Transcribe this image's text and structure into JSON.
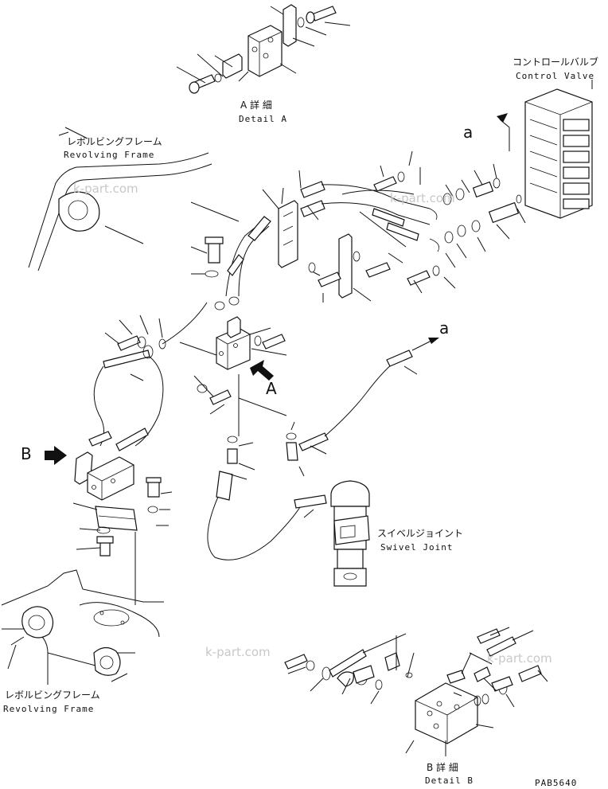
{
  "labels": {
    "detail_a_jp": "A 詳 細",
    "detail_a_en": "Detail A",
    "control_valve_jp": "コントロールバルブ",
    "control_valve_en": "Control Valve",
    "revolving_frame_top_jp": "レボルビングフレーム",
    "revolving_frame_top_en": "Revolving Frame",
    "revolving_frame_bottom_jp": "レボルビングフレーム",
    "revolving_frame_bottom_en": "Revolving Frame",
    "swivel_joint_jp": "スイベルジョイント",
    "swivel_joint_en": "Swivel Joint",
    "detail_b_jp": "B 詳 細",
    "detail_b_en": "Detail B",
    "arrow_a": "A",
    "arrow_b": "B",
    "ref_a_top": "a",
    "ref_a_mid": "a",
    "drawing_code": "PAB5640"
  },
  "watermarks": [
    "k-part.com",
    "k-part.com",
    "k-part.com",
    "k-part.com"
  ]
}
